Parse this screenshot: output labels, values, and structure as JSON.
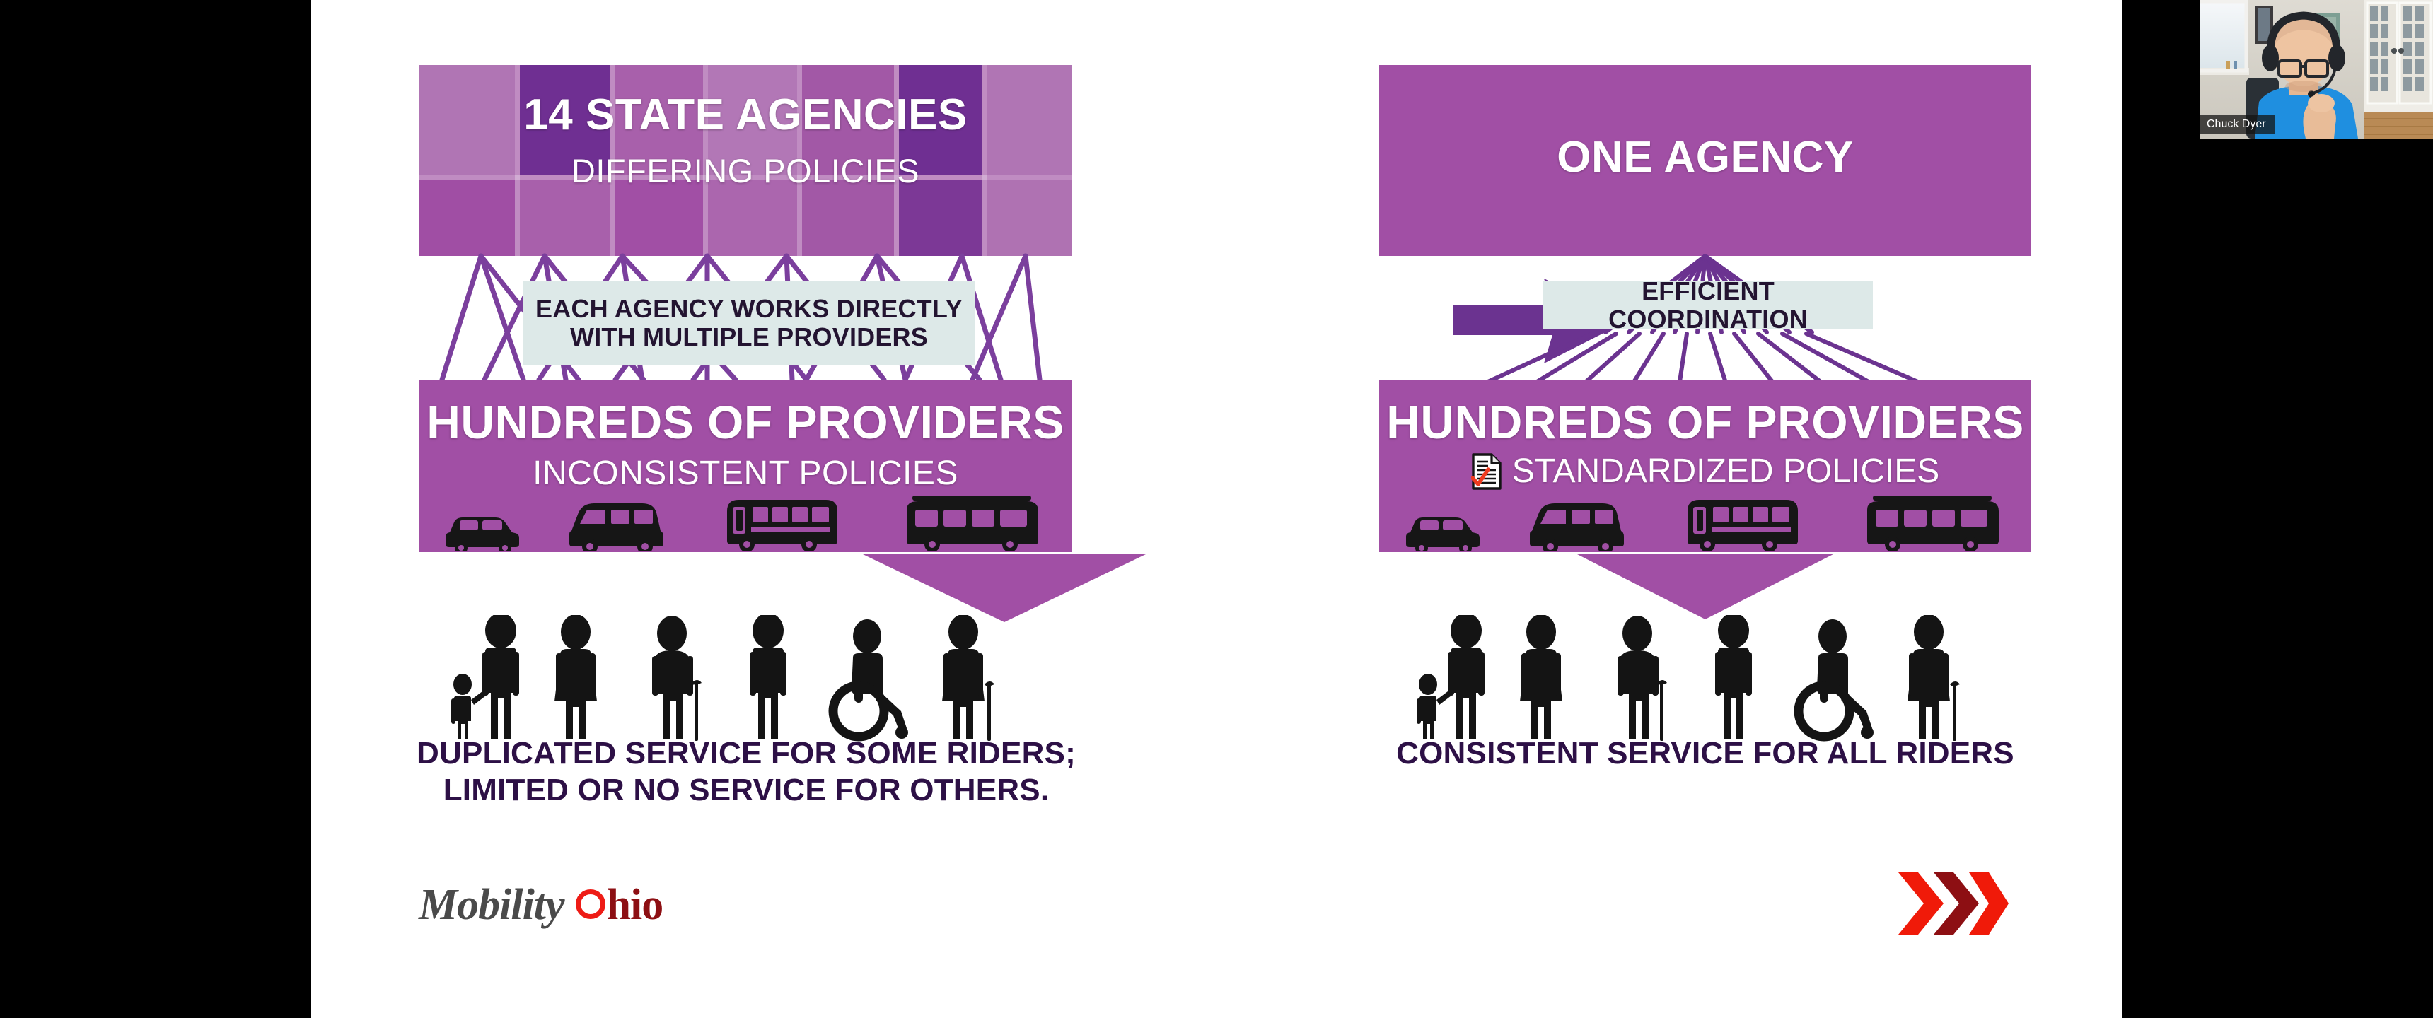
{
  "slide": {
    "left_panel": {
      "top_box": {
        "title": "14 STATE AGENCIES",
        "subtitle": "DIFFERING POLICIES",
        "style": "grid of uneven purple tiles"
      },
      "callout": {
        "line1": "EACH AGENCY WORKS DIRECTLY",
        "line2": "WITH MULTIPLE PROVIDERS"
      },
      "providers_box": {
        "title": "HUNDREDS OF PROVIDERS",
        "subtitle": "INCONSISTENT POLICIES",
        "vehicle_icons": [
          "car-icon",
          "van-icon",
          "school-bus-icon",
          "shuttle-bus-icon"
        ]
      },
      "people_icons": [
        "adult-with-child-icon",
        "woman-icon",
        "person-with-cane-icon",
        "man-icon",
        "wheelchair-user-icon",
        "woman-with-cane-icon"
      ],
      "caption_line1": "DUPLICATED SERVICE FOR SOME RIDERS;",
      "caption_line2": "LIMITED OR NO SERVICE FOR OTHERS."
    },
    "transition_arrow": "right-arrow-icon",
    "right_panel": {
      "top_box": {
        "title": "ONE AGENCY"
      },
      "callout": {
        "line1": "EFFICIENT COORDINATION"
      },
      "providers_box": {
        "title": "HUNDREDS OF PROVIDERS",
        "subtitle": "STANDARDIZED POLICIES",
        "policy_icon": "document-check-icon",
        "vehicle_icons": [
          "car-icon",
          "van-icon",
          "school-bus-icon",
          "shuttle-bus-icon"
        ]
      },
      "people_icons": [
        "adult-with-child-icon",
        "woman-icon",
        "person-with-cane-icon",
        "man-icon",
        "wheelchair-user-icon",
        "woman-with-cane-icon"
      ],
      "caption_line1": "CONSISTENT SERVICE FOR ALL RIDERS"
    },
    "logo": {
      "word1": "Mobility",
      "word2_circle": "O",
      "word2_rest": "hio"
    },
    "chevron_logo": "triple-chevron-icon"
  },
  "video_tile": {
    "participant_name": "Chuck Dyer"
  },
  "colors": {
    "panel_purple": "#a14fa5",
    "panel_purple_light": "#b073b4",
    "panel_purple_dark": "#6f2f92",
    "arrow_purple": "#6b3390",
    "line_purple": "#7b3f9d",
    "callout_bg": "#dde9e8",
    "caption_text": "#2d1046",
    "logo_red": "#ee1c16",
    "logo_dark_red": "#8d0f13",
    "logo_gray": "#4a4a4a",
    "letterbox": "#000000",
    "slide_bg": "#ffffff"
  }
}
